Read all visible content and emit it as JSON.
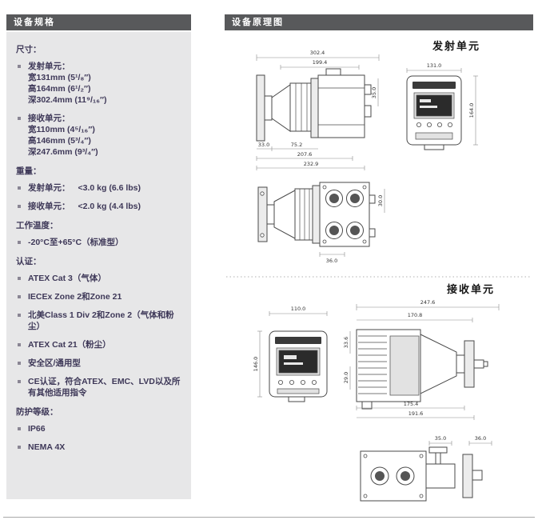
{
  "left_panel": {
    "header": "设备规格",
    "sections": [
      {
        "title": "尺寸：",
        "items": [
          {
            "lead": "发射单元：",
            "lines": [
              "宽131mm (5¹/₈″)",
              "高164mm (6¹/₂″)",
              "深302.4mm (11⁹/₁₆″)"
            ]
          },
          {
            "lead": "接收单元：",
            "lines": [
              "宽110mm (4⁵/₁₆″)",
              "高146mm (5³/₄″)",
              "深247.6mm (9³/₄″)"
            ]
          }
        ]
      },
      {
        "title": "重量：",
        "items": [
          {
            "lead": "发射单元：",
            "value": "<3.0 kg (6.6 lbs)"
          },
          {
            "lead": "接收单元：",
            "value": "<2.0 kg (4.4 lbs)"
          }
        ]
      },
      {
        "title": "工作温度：",
        "items": [
          {
            "lead": "-20°C至+65°C",
            "value": "（标准型）"
          }
        ]
      },
      {
        "title": "认证：",
        "items": [
          {
            "text": "ATEX Cat 3（气体）"
          },
          {
            "text": "IECEx Zone 2和Zone 21"
          },
          {
            "text": "北美Class 1 Div 2和Zone 2（气体和粉尘）"
          },
          {
            "text": "ATEX Cat 21（粉尘）"
          },
          {
            "text": "安全区/通用型"
          },
          {
            "text": "CE认证，符合ATEX、EMC、LVD以及所有其他适用指令"
          }
        ]
      },
      {
        "title": "防护等级：",
        "items": [
          {
            "text": "IP66"
          },
          {
            "text": "NEMA 4X"
          }
        ]
      }
    ]
  },
  "right_panel": {
    "header": "设备原理图",
    "transmitter": {
      "label": "发射单元",
      "dims": {
        "total_depth": "302.4",
        "lens_assembly": "199.4",
        "offset_a": "33.0",
        "offset_b": "75.2",
        "body_depth": "207.6",
        "mount_depth": "232.9",
        "side_height": "35.0",
        "width": "131.0",
        "height": "164.0",
        "top_offset": "30.0",
        "lens_offset": "36.0"
      }
    },
    "receiver": {
      "label": "接收单元",
      "dims": {
        "width": "110.0",
        "height": "146.0",
        "total_depth": "247.6",
        "body_depth": "170.8",
        "offset_a": "33.6",
        "offset_b": "29.0",
        "depth_c": "175.4",
        "depth_d": "191.6",
        "offset_e": "35.0",
        "offset_f": "36.0"
      }
    }
  }
}
